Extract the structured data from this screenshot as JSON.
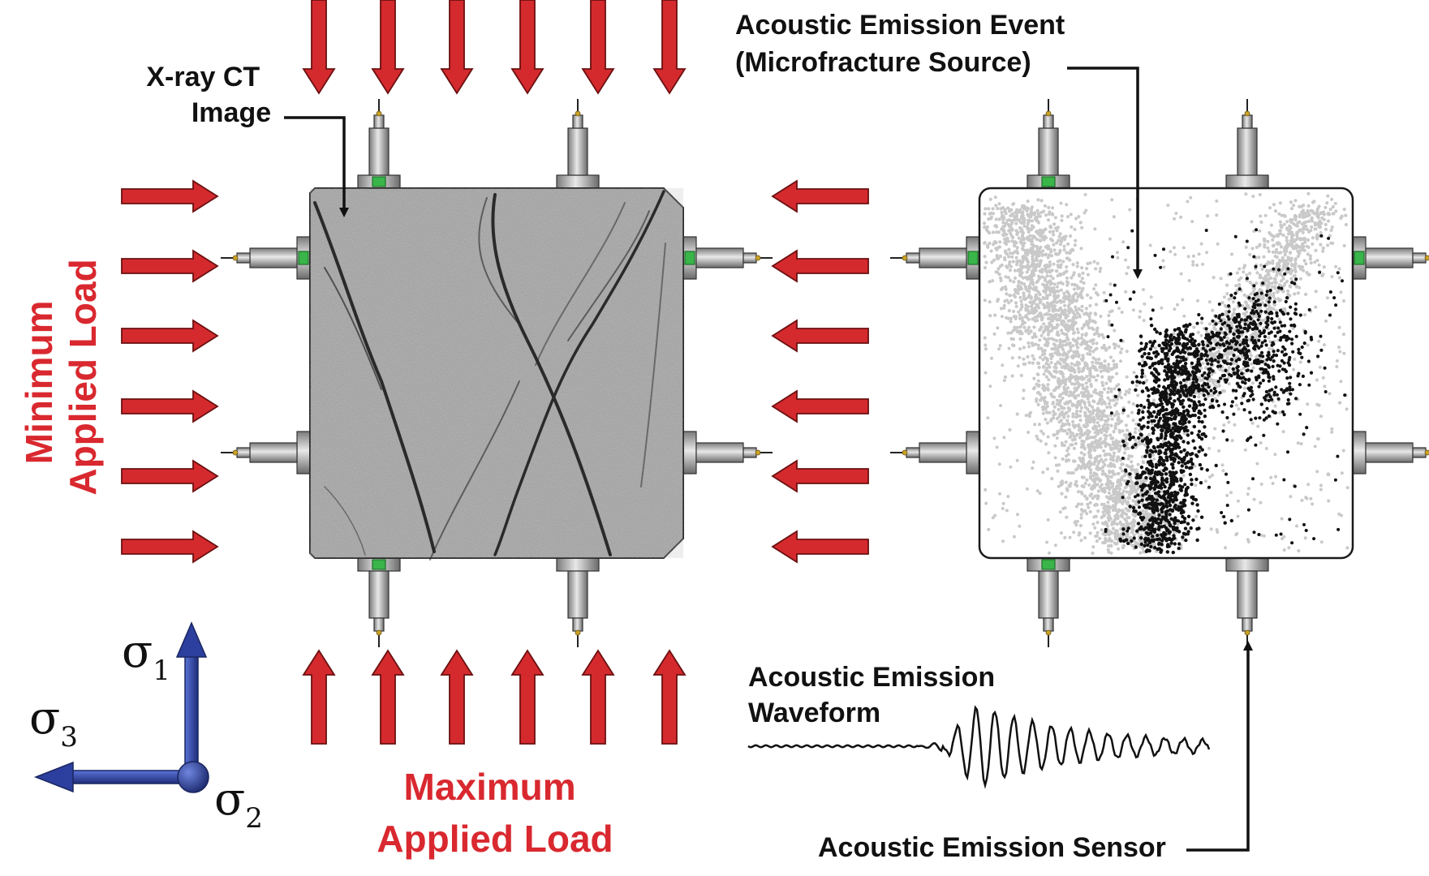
{
  "labels": {
    "xray": [
      "X-ray CT",
      "Image"
    ],
    "ae_event": [
      "Acoustic Emission Event",
      "(Microfracture Source)"
    ],
    "min_load": [
      "Minimum",
      "Applied Load"
    ],
    "max_load": [
      "Maximum",
      "Applied Load"
    ],
    "waveform": [
      "Acoustic Emission",
      "Waveform"
    ],
    "sensor": "Acoustic Emission Sensor"
  },
  "axes": {
    "sigma": "σ",
    "sigma1_sub": "1",
    "sigma2_sub": "2",
    "sigma3_sub": "3"
  },
  "colors": {
    "load_arrow": "#d42a2e",
    "load_arrow_stroke": "#6b1010",
    "axis_blue": "#2c3f9e",
    "ct_gray": "#9a9a9a",
    "event_light": "#c9c9c9",
    "event_dark": "#111111",
    "sensor_green": "#39b54a"
  },
  "icons": {
    "load": "red-arrow-icon",
    "sensor": "ae-sensor-icon",
    "axis": "stress-axis-icon"
  }
}
